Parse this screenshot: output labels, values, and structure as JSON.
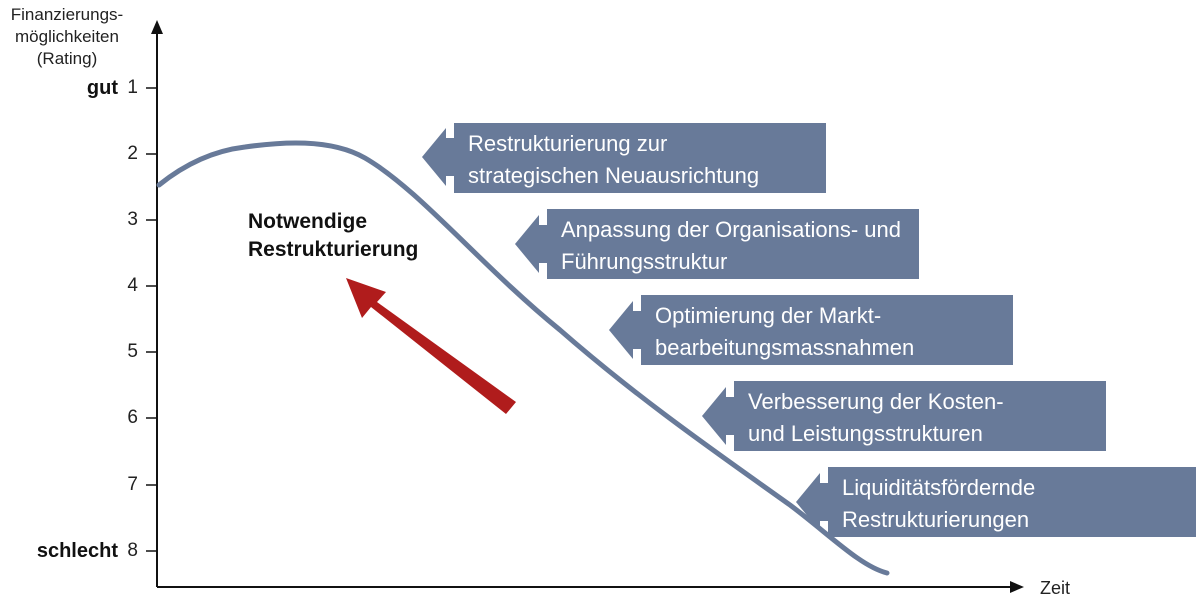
{
  "colors": {
    "curve": "#687a99",
    "box": "#687a99",
    "arrow": "#b01c1c",
    "axis": "#111111"
  },
  "axis": {
    "y_label": [
      "Finanzierungs-",
      "möglichkeiten",
      "(Rating)"
    ],
    "x_label": "Zeit",
    "ticks": [
      "1",
      "2",
      "3",
      "4",
      "5",
      "6",
      "7",
      "8"
    ],
    "top_label": "gut",
    "bottom_label": "schlecht"
  },
  "note": [
    "Notwendige",
    "Restrukturierung"
  ],
  "measures": [
    {
      "line1": "Restrukturierung zur",
      "line2": "strategischen Neuausrichtung"
    },
    {
      "line1": "Anpassung der Organisations- und",
      "line2": "Führungsstruktur"
    },
    {
      "line1": "Optimierung der Markt-",
      "line2": "bearbeitungsmassnahmen"
    },
    {
      "line1": "Verbesserung der Kosten-",
      "line2": "und Leistungsstrukturen"
    },
    {
      "line1": "Liquiditätsfördernde",
      "line2": "Restrukturierungen"
    }
  ]
}
